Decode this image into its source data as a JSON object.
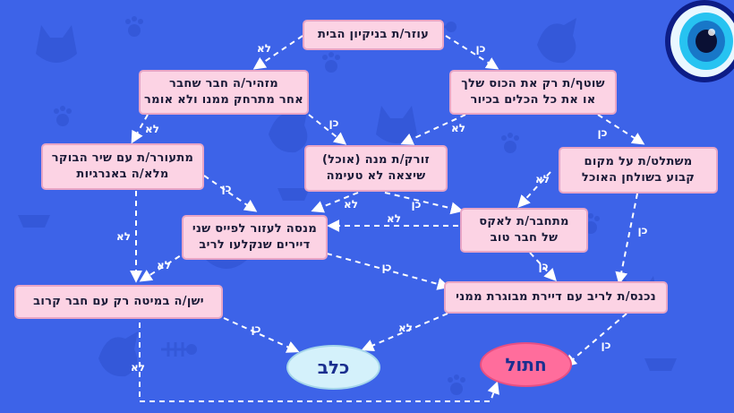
{
  "nodes": {
    "n1": "עוזר/ת בניקיון הבית",
    "n2": "מזהיר/ה חבר שחבר\nאחר מתרחק ממנו ולא אומר",
    "n3": "שוטף/ת רק את הכוס שלך\nאו את כל הכלים בכיור",
    "n4": "מתעורר/ת עם שיר הבוקר\nמלא/ה באנרגיות",
    "n5": "זורק/ת מנה (אוכל)\nשיצאה לא טעימה",
    "n6": "משתלט/ת על מקום\nקבוע בשולחן האוכל",
    "n7": "מנסה לעזור לפייס שני\nדיירים שנקלעו לריב",
    "n8": "מתחבר/ת לאקס\nשל חבר טוב",
    "n9": "ישן/ה במיטה רק עם חבר קרוב",
    "n10": "נכנס/ת לריב עם דיירת מבוגרת ממני"
  },
  "terminals": {
    "dog": "כלב",
    "cat": "חתול"
  },
  "edge_labels": {
    "yes": "כן",
    "no": "לא"
  },
  "icons": [
    "eye-icon",
    "cat-silhouette-icon",
    "dog-silhouette-icon",
    "paw-icon",
    "fish-bone-icon",
    "food-bowl-icon"
  ],
  "colors": {
    "background": "#3d63e8",
    "node_fill": "#fcd3e4",
    "dog_terminal": "#d4f1fb",
    "cat_terminal": "#ff6d9c",
    "edge": "#ffffff"
  }
}
